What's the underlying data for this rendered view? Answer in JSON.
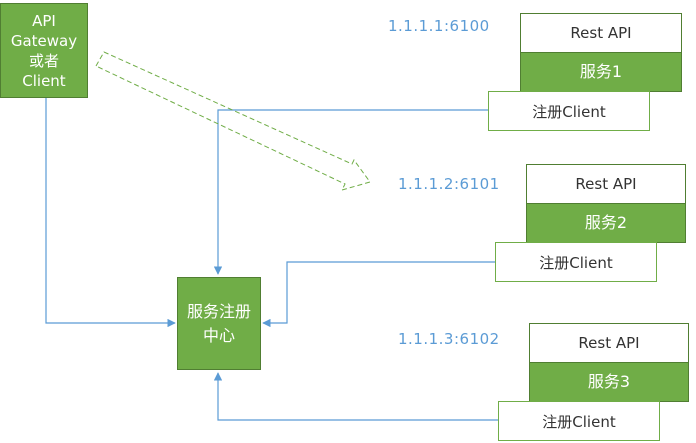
{
  "client": {
    "lines": [
      "API",
      "Gateway",
      "或者",
      "Client"
    ]
  },
  "registry": {
    "lines": [
      "服务注册",
      "中心"
    ]
  },
  "services": [
    {
      "address": "1.1.1.1:6100",
      "api_label": "Rest API",
      "service_label": "服务1",
      "client_label": "注册Client"
    },
    {
      "address": "1.1.1.2:6101",
      "api_label": "Rest API",
      "service_label": "服务2",
      "client_label": "注册Client"
    },
    {
      "address": "1.1.1.3:6102",
      "api_label": "Rest API",
      "service_label": "服务3",
      "client_label": "注册Client"
    }
  ],
  "colors": {
    "green": "#70ad47",
    "green_border": "#507e32",
    "arrow": "#5b9bd5",
    "address": "#5b9bd5"
  }
}
